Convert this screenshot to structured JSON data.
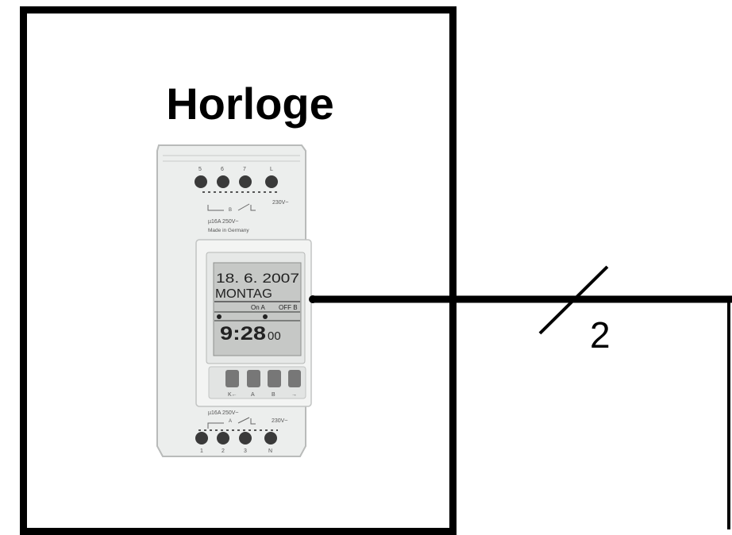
{
  "block": {
    "title": "Horloge"
  },
  "device": {
    "top_terminals": [
      "5",
      "6",
      "7",
      "L"
    ],
    "top_ratings": [
      "230V~",
      "µ16A 250V~",
      "Made in Germany"
    ],
    "relay_top_label": "B",
    "lcd_date": "18. 6. 2007",
    "lcd_day": "MONTAG",
    "lcd_channel_a": "On A",
    "lcd_channel_b": "OFF B",
    "lcd_time": "9:28",
    "lcd_seconds": "00",
    "buttons": [
      "K←",
      "A",
      "B",
      "→"
    ],
    "bottom_ratings": [
      "µ16A 250V~",
      "230V~"
    ],
    "relay_bottom_label": "A",
    "bottom_terminals": [
      "1",
      "2",
      "3",
      "N"
    ]
  },
  "connection": {
    "bus_width_label": "2"
  }
}
